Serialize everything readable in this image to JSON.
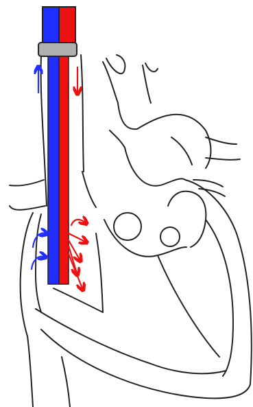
{
  "colors": {
    "deoxygenated": "#1f2fff",
    "oxygenated": "#ee1111",
    "outline": "#222222",
    "background": "#ffffff"
  },
  "cannula": {
    "lumens": [
      "deoxygenated",
      "oxygenated"
    ],
    "flow_directions": {
      "deoxygenated": "up",
      "oxygenated": "down"
    }
  },
  "arrows": {
    "blue_in_atrium": 2,
    "red_in_atrium": 5
  },
  "icons": [
    "up-arrow-icon",
    "down-arrow-icon",
    "curved-arrow-icon"
  ]
}
